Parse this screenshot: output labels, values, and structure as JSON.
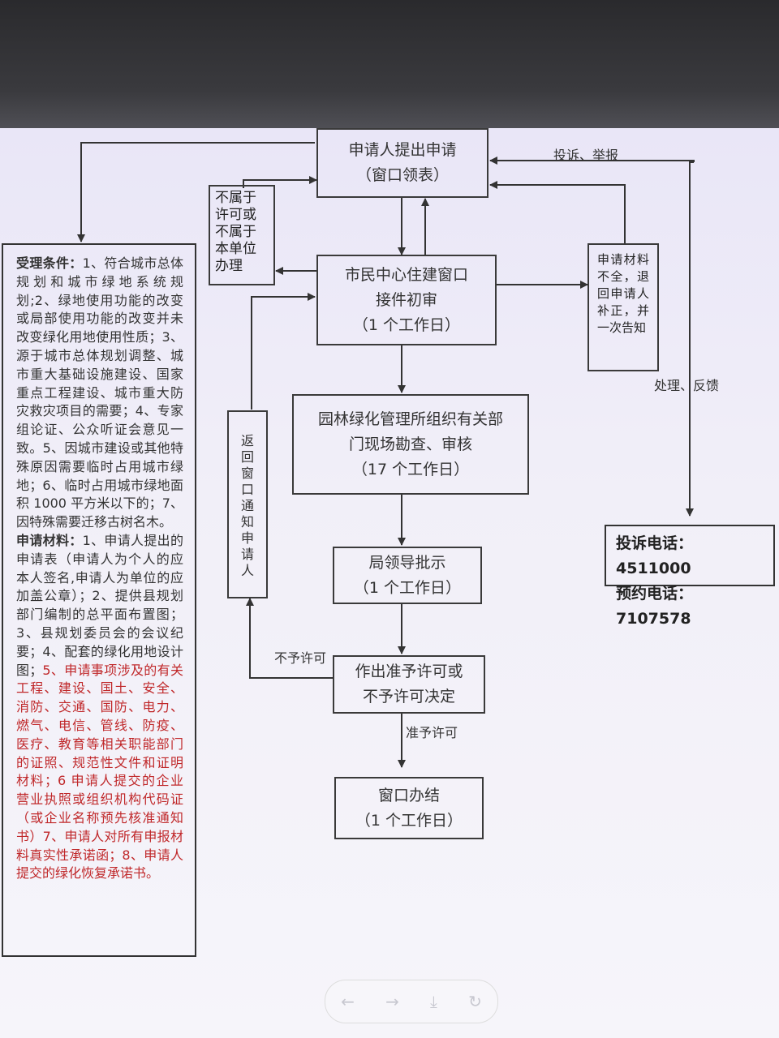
{
  "flow": {
    "apply": [
      "申请人提出申请",
      "（窗口领表）"
    ],
    "initial_review": [
      "市民中心住建窗口",
      "接件初审",
      "（1 个工作日）"
    ],
    "survey": [
      "园林绿化管理所组织有关部",
      "门现场勘查、审核",
      "（17 个工作日）"
    ],
    "approval": [
      "局领导批示",
      "（1 个工作日）"
    ],
    "decision": [
      "作出准予许可或",
      "不予许可决定"
    ],
    "complete": [
      "窗口办结",
      "（1 个工作日）"
    ],
    "not_applicable": "不属于许可或不属于本单位办理",
    "incomplete_materials": "申请材料不全，退回申请人补正，并一次告知",
    "return_notice": "返回窗口通知申请人"
  },
  "labels": {
    "complaint": "投诉、举报",
    "feedback": "处理、反馈",
    "deny": "不予许可",
    "grant": "准予许可"
  },
  "conditions": {
    "title": "受理条件：",
    "text": "1、符合城市总体规划和城市绿地系统规划;2、绿地使用功能的改变或局部使用功能的改变并未改变绿化用地使用性质；3、源于城市总体规划调整、城市重大基础设施建设、国家重点工程建设、城市重大防灾救灾项目的需要；4、专家组论证、公众听证会意见一致。5、因城市建设或其他特殊原因需要临时占用城市绿地；6、临时占用城市绿地面积 1000 平方米以下的；7、因特殊需要迁移古树名木。"
  },
  "materials": {
    "title": "申请材料：",
    "text": "1、申请人提出的申请表（申请人为个人的应本人签名,申请人为单位的应加盖公章）；2、提供县规划部门编制的总平面布置图；3、县规划委员会的会议纪要；4、配套的绿化用地设计图；",
    "text_red": "5、申请事项涉及的有关工程、建设、国土、安全、消防、交通、国防、电力、燃气、电信、管线、防疫、医疗、教育等相关职能部门的证照、规范性文件和证明材料；6 申请人提交的企业营业执照或组织机构代码证（或企业名称预先核准通知书）7、申请人对所有申报材料真实性承诺函；8、申请人提交的绿化恢复承诺书。"
  },
  "hotline": {
    "complaint": "投诉电话：4511000",
    "appointment": "预约电话：7107578"
  },
  "toolbar": {
    "back_icon": "←",
    "forward_icon": "→",
    "download_icon": "⤓",
    "refresh_icon": "↻"
  }
}
